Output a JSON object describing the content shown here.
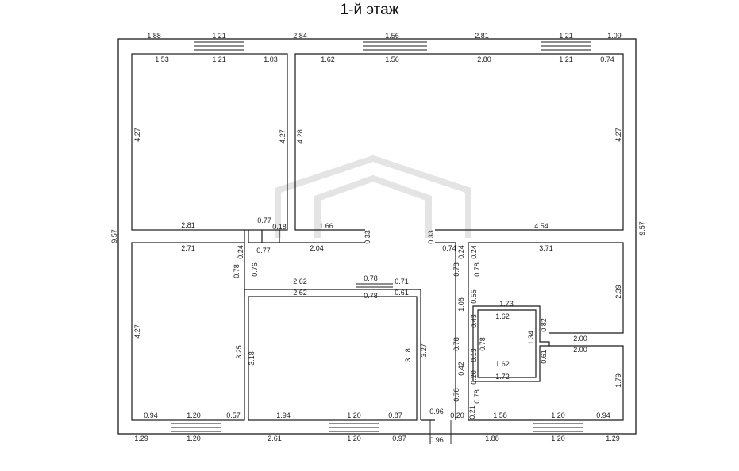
{
  "title": "1-й этаж",
  "watermark": {
    "text": "",
    "icon": "house-logo-watermark"
  },
  "colors": {
    "line": "#1b1b1b",
    "background": "#ffffff",
    "watermark": "#e4e4e4"
  },
  "dimensions": {
    "outer_top": [
      "1.88",
      "1.21",
      "2.84",
      "1.56",
      "2.81",
      "1.21",
      "1.09"
    ],
    "inner_top_room1": [
      "1.53",
      "1.21",
      "1.03"
    ],
    "inner_top_room2": [
      "1.62",
      "1.56",
      "2.80",
      "1.21",
      "0.74"
    ],
    "room1_left": "4.27",
    "room1_right": "4.27",
    "room2_left": "4.28",
    "room2_right": "4.27",
    "outer_left": "9.57",
    "outer_right": "9.57",
    "room1_bottom": "2.81",
    "room2_bottom_left": "1.66",
    "room2_bottom_right": "4.54",
    "corridor_a": "0.77",
    "corridor_b": "0.18",
    "corridor_c": "0.77",
    "corridor_d": "2.04",
    "gap_left": "0.33",
    "gap_right": "0.33",
    "room3_top": "2.71",
    "room3_side_a": "0.24",
    "room3_side_b": "0.78",
    "room3_side_c": "0.76",
    "room3_left": "4.27",
    "room3_bottom": [
      "0.94",
      "1.20",
      "0.57"
    ],
    "room3_right": "3.25",
    "room4_top_outer": [
      "2.62",
      "0.78",
      "0.71"
    ],
    "room4_top_inner": [
      "2.62",
      "0.78",
      "0.61"
    ],
    "room4_left": "3.18",
    "room4_right_in": "3.18",
    "room4_right_out": "3.27",
    "room4_bottom": [
      "1.94",
      "1.20",
      "0.87"
    ],
    "hall_top": "0.74",
    "hall_vert": [
      "0.24",
      "0.78",
      "0.24",
      "0.78",
      "0.55",
      "1.06",
      "0.43",
      "0.78",
      "0.13",
      "0.78",
      "0.42",
      "0.20",
      "0.78",
      "0.78",
      "0.21"
    ],
    "bath": [
      "1.73",
      "1.62",
      "0.82",
      "1.34",
      "1.62",
      "0.61",
      "1.72"
    ],
    "room5_top": "3.71",
    "room5_right": "2.39",
    "room5_bottom": "2.00",
    "room6_top": "2.00",
    "room6_right": "1.79",
    "room6_bottom": [
      "1.58",
      "1.20",
      "0.94"
    ],
    "room6_left_bottom": "0.20",
    "entrance_top": "0.96",
    "entrance_bottom": "0.96",
    "outer_bottom": [
      "1.29",
      "1.20",
      "2.61",
      "1.20",
      "0.97",
      "1.88",
      "1.20",
      "1.29"
    ]
  }
}
